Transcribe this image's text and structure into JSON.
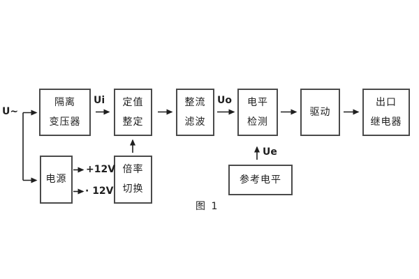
{
  "figure": {
    "caption": "图 1",
    "signals": {
      "input": "U~",
      "ui": "Ui",
      "uo": "Uo",
      "ue": "Ue",
      "rail_positive": "+12V",
      "rail_negative": "· 12V"
    },
    "blocks": {
      "isolation_transformer": {
        "line1": "隔离",
        "line2": "变压器"
      },
      "setpoint_setting": {
        "line1": "定值",
        "line2": "整定"
      },
      "rectifier_filter": {
        "line1": "整流",
        "line2": "滤波"
      },
      "level_detection": {
        "line1": "电平",
        "line2": "检测"
      },
      "driver": {
        "line1": "驱动"
      },
      "output_relay": {
        "line1": "出口",
        "line2": "继电器"
      },
      "power_supply": {
        "line1": "电源"
      },
      "ratio_switching": {
        "line1": "倍率",
        "line2": "切换"
      },
      "reference_level": {
        "line1": "参考电平"
      }
    },
    "colors": {
      "background": "#ffffff",
      "block_border": "#4a4a4a",
      "text": "#1f1f1f",
      "wire": "#1f1f1f"
    }
  }
}
